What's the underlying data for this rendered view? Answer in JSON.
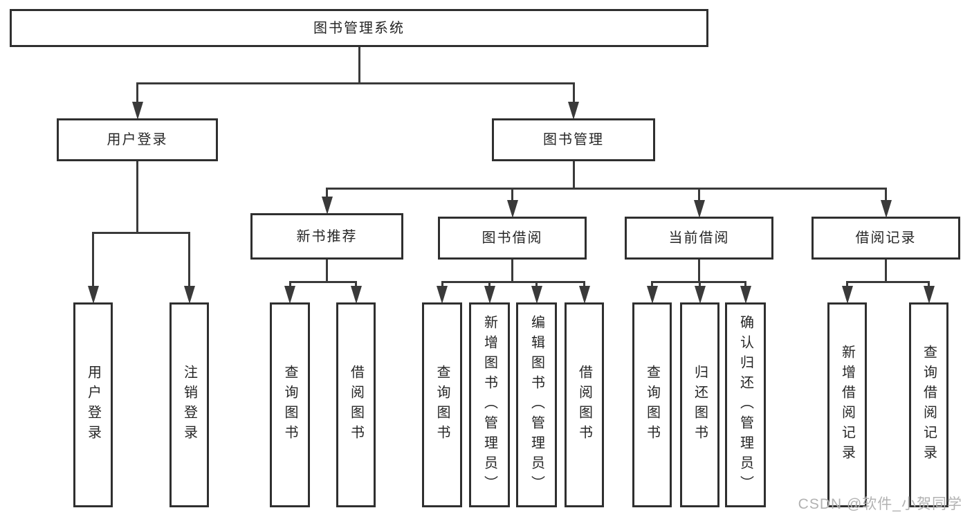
{
  "colors": {
    "line": "#3a3a3a",
    "box_border": "#2f2f2f",
    "text": "#262626",
    "background": "#ffffff",
    "watermark": "#b2b2b2"
  },
  "watermark": {
    "text": "CSDN @软件_小贺同学"
  },
  "diagram": {
    "type": "tree",
    "root": {
      "id": "root",
      "label": "图书管理系统",
      "children": [
        {
          "id": "user-login",
          "label": "用户登录",
          "children": [
            {
              "id": "leaf-user-login",
              "label": "用户登录"
            },
            {
              "id": "leaf-logout",
              "label": "注销登录"
            }
          ]
        },
        {
          "id": "book-mgmt",
          "label": "图书管理",
          "children": [
            {
              "id": "new-book-rec",
              "label": "新书推荐",
              "children": [
                {
                  "id": "leaf-rec-query",
                  "label": "查询图书"
                },
                {
                  "id": "leaf-rec-borrow",
                  "label": "借阅图书"
                }
              ]
            },
            {
              "id": "book-borrow",
              "label": "图书借阅",
              "children": [
                {
                  "id": "leaf-bb-query",
                  "label": "查询图书"
                },
                {
                  "id": "leaf-bb-add",
                  "label": "新增图书（管理员）"
                },
                {
                  "id": "leaf-bb-edit",
                  "label": "编辑图书（管理员）"
                },
                {
                  "id": "leaf-bb-borrow",
                  "label": "借阅图书"
                }
              ]
            },
            {
              "id": "current-borrow",
              "label": "当前借阅",
              "children": [
                {
                  "id": "leaf-cb-query",
                  "label": "查询图书"
                },
                {
                  "id": "leaf-cb-return",
                  "label": "归还图书"
                },
                {
                  "id": "leaf-cb-confirm",
                  "label": "确认归还（管理员）"
                }
              ]
            },
            {
              "id": "borrow-records",
              "label": "借阅记录",
              "children": [
                {
                  "id": "leaf-br-add",
                  "label": "新增借阅记录"
                },
                {
                  "id": "leaf-br-query",
                  "label": "查询借阅记录"
                }
              ]
            }
          ]
        }
      ]
    }
  }
}
